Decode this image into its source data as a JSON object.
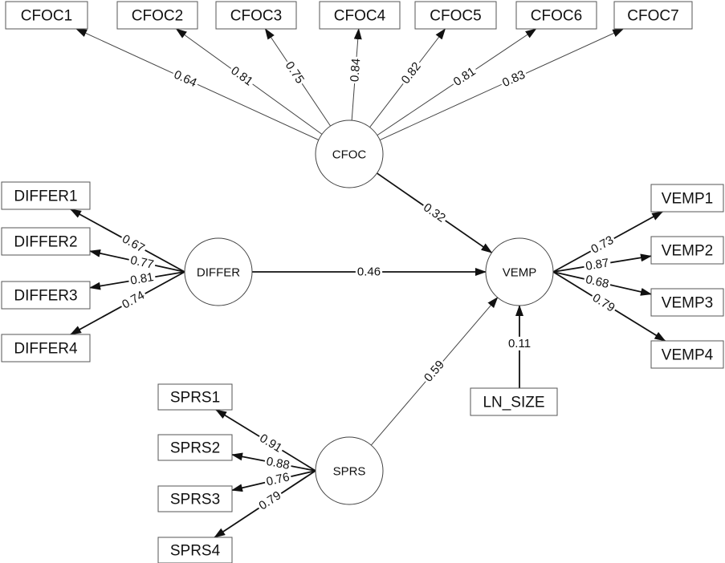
{
  "latent": {
    "cfoc": "CFOC",
    "differ": "DIFFER",
    "sprs": "SPRS",
    "vemp": "VEMP"
  },
  "indicators": {
    "cfoc": [
      "CFOC1",
      "CFOC2",
      "CFOC3",
      "CFOC4",
      "CFOC5",
      "CFOC6",
      "CFOC7"
    ],
    "differ": [
      "DIFFER1",
      "DIFFER2",
      "DIFFER3",
      "DIFFER4"
    ],
    "sprs": [
      "SPRS1",
      "SPRS2",
      "SPRS3",
      "SPRS4"
    ],
    "vemp": [
      "VEMP1",
      "VEMP2",
      "VEMP3",
      "VEMP4"
    ],
    "control": "LN_SIZE"
  },
  "loadings": {
    "cfoc": [
      "0.64",
      "0.81",
      "0.75",
      "0.84",
      "0.82",
      "0.81",
      "0.83"
    ],
    "differ": [
      "0.67",
      "0.77",
      "0.81",
      "0.74"
    ],
    "sprs": [
      "0.91",
      "0.88",
      "0.76",
      "0.79"
    ],
    "vemp": [
      "0.73",
      "0.87",
      "0.68",
      "0.79"
    ]
  },
  "paths": {
    "cfoc_vemp": "0.32",
    "differ_vemp": "0.46",
    "sprs_vemp": "0.59",
    "lnsize_vemp": "0.11"
  }
}
